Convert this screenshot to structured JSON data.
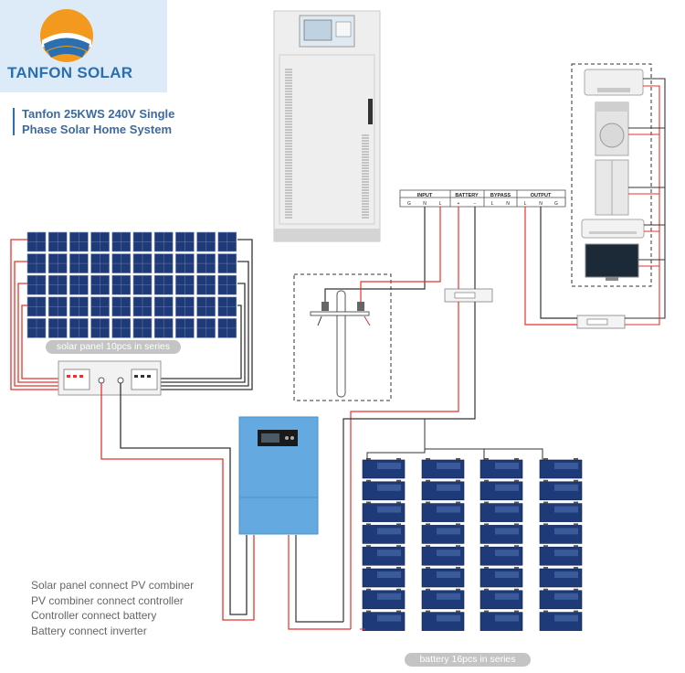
{
  "brand": {
    "name": "TANFON SOLAR"
  },
  "title": {
    "line1": "Tanfon 25KWS 240V Single",
    "line2": "Phase Solar Home System"
  },
  "labels": {
    "solar_panel": "solar panel 10pcs in series",
    "battery": "battery 16pcs in series"
  },
  "terminals": {
    "groups": [
      "INPUT",
      "BATTERY",
      "BYPASS",
      "OUTPUT"
    ],
    "input": [
      "G",
      "N",
      "L"
    ],
    "battery": [
      "+",
      "−"
    ],
    "bypass": [
      "L",
      "N"
    ],
    "output": [
      "L",
      "N",
      "G"
    ]
  },
  "legend": [
    "Solar panel connect PV combiner",
    "PV combiner connect controller",
    "Controller connect battery",
    "Battery connect inverter"
  ],
  "colors": {
    "positive_wire": "#e8322c",
    "negative_wire": "#333333",
    "logo_bg": "#dcebf7",
    "brand_blue": "#2a6fb0",
    "controller_blue": "#64a9e0"
  },
  "icons": [
    "sun-logo-icon",
    "air-conditioner-icon",
    "washing-machine-icon",
    "refrigerator-icon",
    "wall-ac-icon",
    "television-icon",
    "breaker-icon",
    "grounding-icon"
  ]
}
